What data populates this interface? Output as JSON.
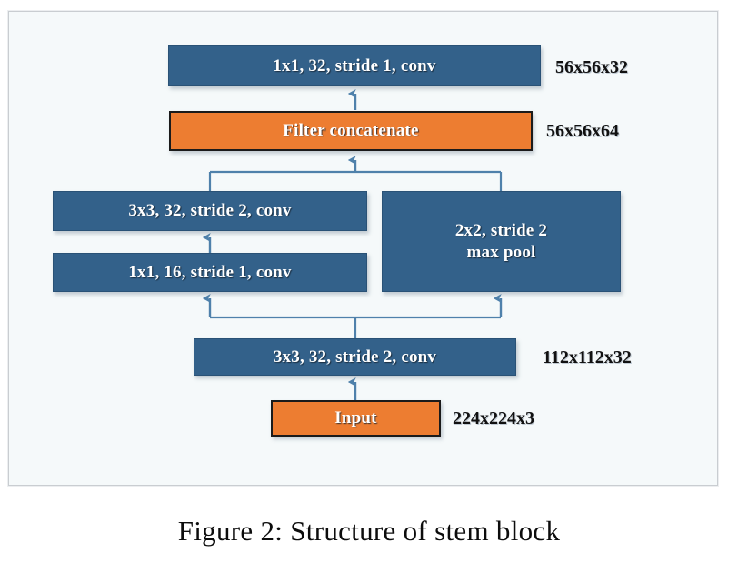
{
  "figure": {
    "caption": "Figure 2: Structure of stem block",
    "colors": {
      "conv_block": "#33618a",
      "concat_block": "#ED7D31",
      "connector": "#4f81ab",
      "panel_background": "#F5F9FA",
      "label_text": "#111111"
    }
  },
  "nodes": [
    {
      "id": "top-conv",
      "label": "1x1, 32, stride 1, conv",
      "type": "conv",
      "dimension": "56x56x32"
    },
    {
      "id": "filter-concatenate",
      "label": "Filter concatenate",
      "type": "concat",
      "dimension": "56x56x64"
    },
    {
      "id": "branch-left-conv-3x3",
      "label": "3x3, 32, stride 2, conv",
      "type": "conv",
      "dimension": ""
    },
    {
      "id": "branch-left-conv-1x1",
      "label": "1x1, 16, stride 1, conv",
      "type": "conv",
      "dimension": ""
    },
    {
      "id": "branch-right-maxpool",
      "label_line1": "2x2, stride 2",
      "label_line2": "max pool",
      "type": "conv",
      "dimension": ""
    },
    {
      "id": "stem-conv",
      "label": "3x3, 32, stride 2, conv",
      "type": "conv",
      "dimension": "112x112x32"
    },
    {
      "id": "input",
      "label": "Input",
      "type": "input",
      "dimension": "224x224x3"
    }
  ],
  "chart_data": {
    "type": "diagram",
    "title": "Figure 2: Structure of stem block",
    "flow": [
      {
        "from": "input",
        "to": "stem-conv"
      },
      {
        "from": "stem-conv",
        "to": "branch-left-conv-1x1"
      },
      {
        "from": "stem-conv",
        "to": "branch-right-maxpool"
      },
      {
        "from": "branch-left-conv-1x1",
        "to": "branch-left-conv-3x3"
      },
      {
        "from": "branch-left-conv-3x3",
        "to": "filter-concatenate"
      },
      {
        "from": "branch-right-maxpool",
        "to": "filter-concatenate"
      },
      {
        "from": "filter-concatenate",
        "to": "top-conv"
      }
    ]
  }
}
